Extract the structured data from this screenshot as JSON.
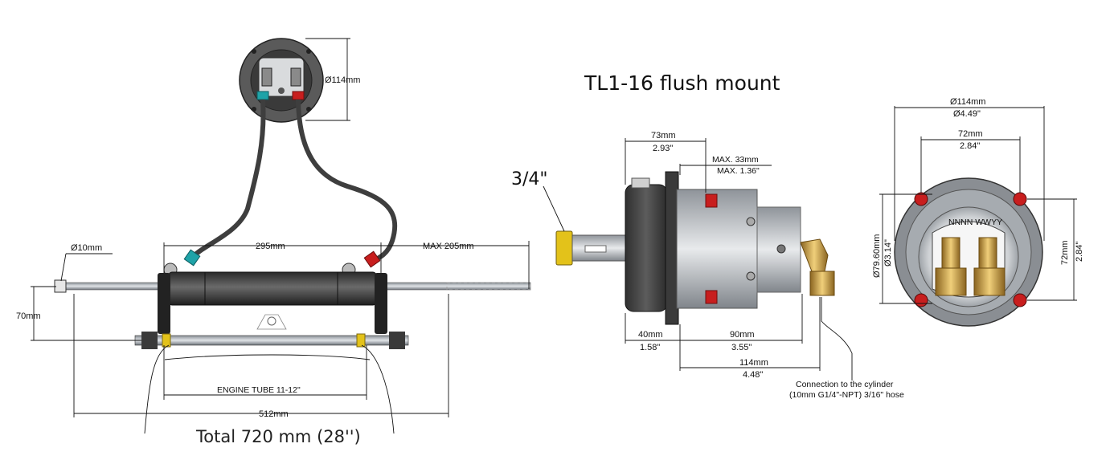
{
  "title": "TL1-16 flush mount",
  "left_view": {
    "pump_diameter": "Ø114mm",
    "rod_diameter": "Ø10mm",
    "stroke_label": "295mm",
    "max_label": "MAX 205mm",
    "height_label": "70mm",
    "engine_tube": "ENGINE TUBE 11-12\"",
    "length_label": "512mm",
    "total_label": "Total 720 mm (28'')"
  },
  "side_view": {
    "nut_label": "3/4\"",
    "w73_mm": "73mm",
    "w73_in": "2.93\"",
    "max33_mm": "MAX. 33mm",
    "max33_in": "MAX. 1.36\"",
    "w40_mm": "40mm",
    "w40_in": "1.58\"",
    "w90_mm": "90mm",
    "w90_in": "3.55\"",
    "w114_mm": "114mm",
    "w114_in": "4.48\"",
    "connection_line1": "Connection to the cylinder",
    "connection_line2": "(10mm G1/4\"-NPT) 3/16\" hose"
  },
  "front_view": {
    "d114_mm": "Ø114mm",
    "d114_in": "Ø4.49\"",
    "w72_mm": "72mm",
    "w72_in": "2.84\"",
    "d79_mm": "Ø79.60mm",
    "d79_in": "Ø3.14\"",
    "h72_mm": "72mm",
    "h72_in": "2.84\"",
    "face_text": "NNNN WWYY"
  },
  "colors": {
    "body_dark": "#4a4a4a",
    "body_light": "#c9cdd2",
    "fitting_red": "#c81e1e",
    "fitting_teal": "#1fa3a8",
    "brass": "#c89a3c",
    "nut_yellow": "#e3c21a"
  }
}
